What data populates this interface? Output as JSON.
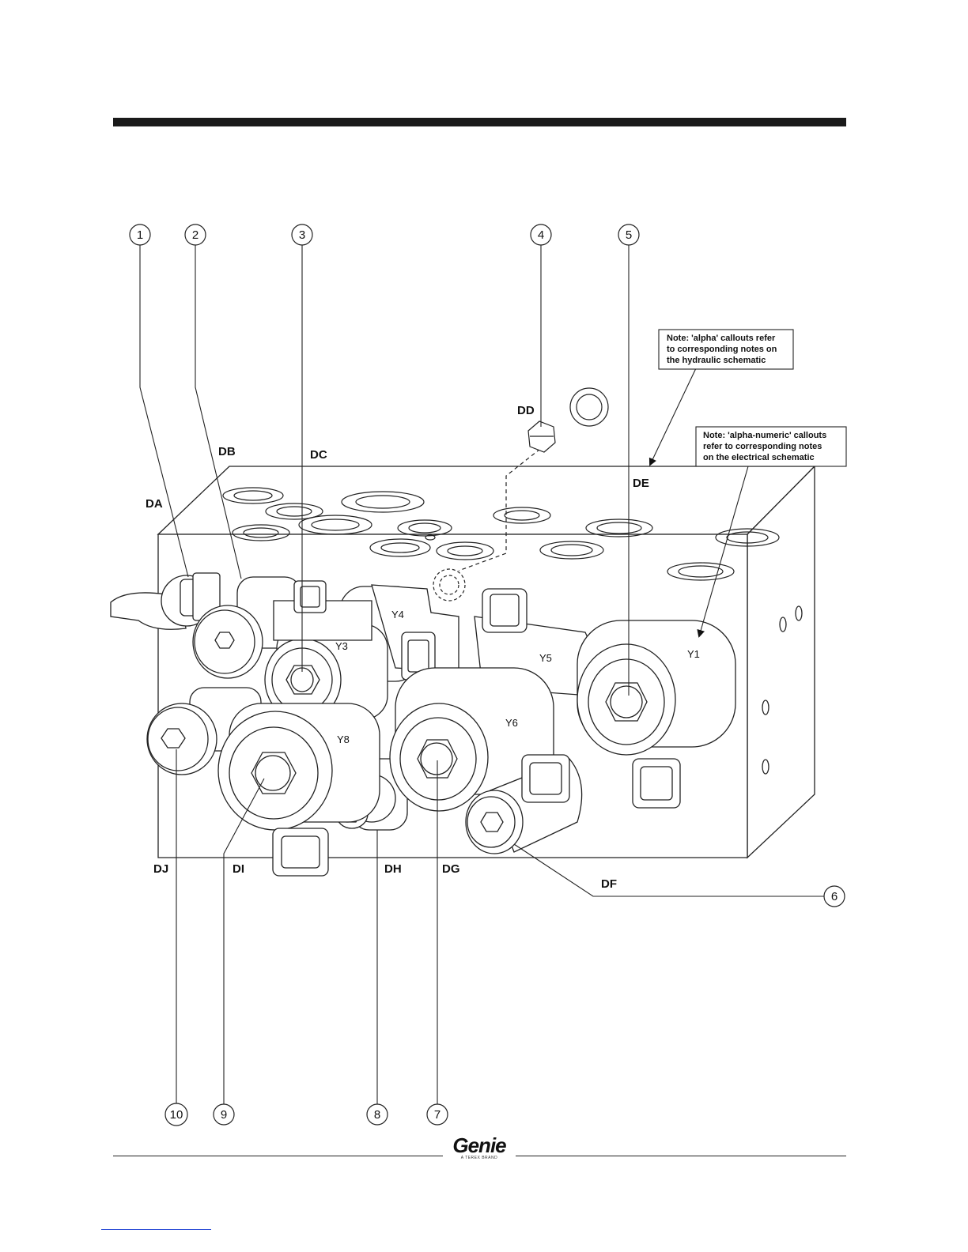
{
  "callouts": {
    "c1": "1",
    "c2": "2",
    "c3": "3",
    "c4": "4",
    "c5": "5",
    "c6": "6",
    "c7": "7",
    "c8": "8",
    "c9": "9",
    "c10": "10"
  },
  "alpha_labels": {
    "da": "DA",
    "db": "DB",
    "dc": "DC",
    "dd": "DD",
    "de": "DE",
    "df": "DF",
    "dg": "DG",
    "dh": "DH",
    "di": "DI",
    "dj": "DJ"
  },
  "coil_labels": {
    "y1": "Y1",
    "y3": "Y3",
    "y4": "Y4",
    "y5": "Y5",
    "y6": "Y6",
    "y8": "Y8"
  },
  "notes": {
    "alpha": [
      "Note: 'alpha' callouts refer",
      "to corresponding notes on",
      "the hydraulic schematic"
    ],
    "alphanumeric": [
      "Note: 'alpha-numeric' callouts",
      "refer to corresponding notes",
      "on the electrical schematic"
    ]
  },
  "footer": {
    "logo": "Genie",
    "tagline": "A TEREX BRAND"
  }
}
